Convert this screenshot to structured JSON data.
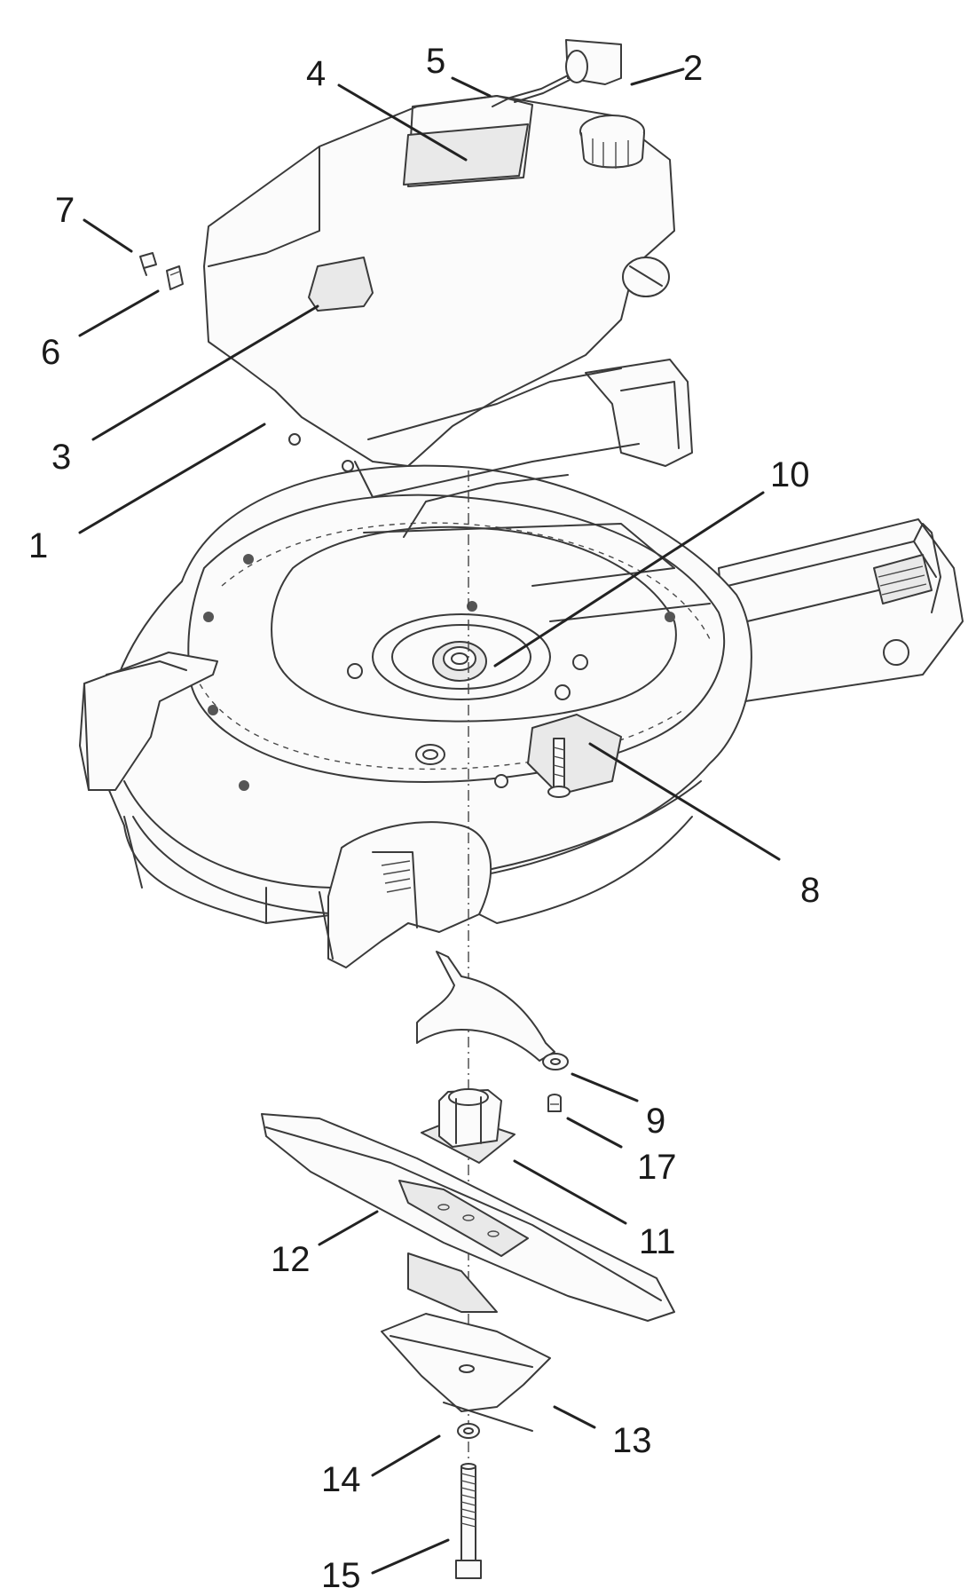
{
  "diagram": {
    "callouts": [
      {
        "id": "1",
        "text": "1"
      },
      {
        "id": "2",
        "text": "2"
      },
      {
        "id": "3",
        "text": "3"
      },
      {
        "id": "4",
        "text": "4"
      },
      {
        "id": "5",
        "text": "5"
      },
      {
        "id": "6",
        "text": "6"
      },
      {
        "id": "7",
        "text": "7"
      },
      {
        "id": "8",
        "text": "8"
      },
      {
        "id": "9",
        "text": "9"
      },
      {
        "id": "10",
        "text": "10"
      },
      {
        "id": "11",
        "text": "11"
      },
      {
        "id": "12",
        "text": "12"
      },
      {
        "id": "13",
        "text": "13"
      },
      {
        "id": "14",
        "text": "14"
      },
      {
        "id": "15",
        "text": "15"
      },
      {
        "id": "17",
        "text": "17"
      }
    ]
  }
}
